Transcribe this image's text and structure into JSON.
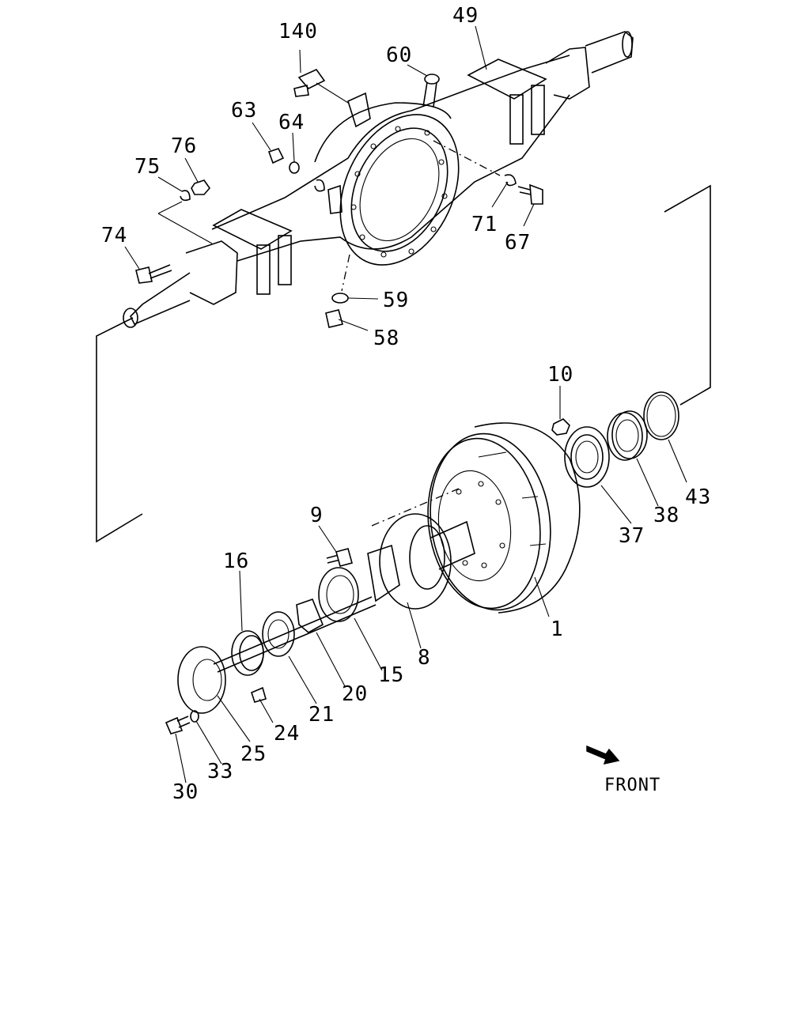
{
  "diagram": {
    "front_label": "FRONT",
    "front_arrow_icon": "front-arrow-icon",
    "callouts": [
      {
        "id": "p140",
        "label": "140"
      },
      {
        "id": "p49",
        "label": "49"
      },
      {
        "id": "p60",
        "label": "60"
      },
      {
        "id": "p63",
        "label": "63"
      },
      {
        "id": "p64",
        "label": "64"
      },
      {
        "id": "p76",
        "label": "76"
      },
      {
        "id": "p75",
        "label": "75"
      },
      {
        "id": "p74",
        "label": "74"
      },
      {
        "id": "p71",
        "label": "71"
      },
      {
        "id": "p67",
        "label": "67"
      },
      {
        "id": "p59",
        "label": "59"
      },
      {
        "id": "p58",
        "label": "58"
      },
      {
        "id": "p10",
        "label": "10"
      },
      {
        "id": "p43",
        "label": "43"
      },
      {
        "id": "p38",
        "label": "38"
      },
      {
        "id": "p37",
        "label": "37"
      },
      {
        "id": "p9",
        "label": "9"
      },
      {
        "id": "p1",
        "label": "1"
      },
      {
        "id": "p16",
        "label": "16"
      },
      {
        "id": "p8",
        "label": "8"
      },
      {
        "id": "p15",
        "label": "15"
      },
      {
        "id": "p20",
        "label": "20"
      },
      {
        "id": "p21",
        "label": "21"
      },
      {
        "id": "p24",
        "label": "24"
      },
      {
        "id": "p25",
        "label": "25"
      },
      {
        "id": "p33",
        "label": "33"
      },
      {
        "id": "p30",
        "label": "30"
      }
    ]
  }
}
